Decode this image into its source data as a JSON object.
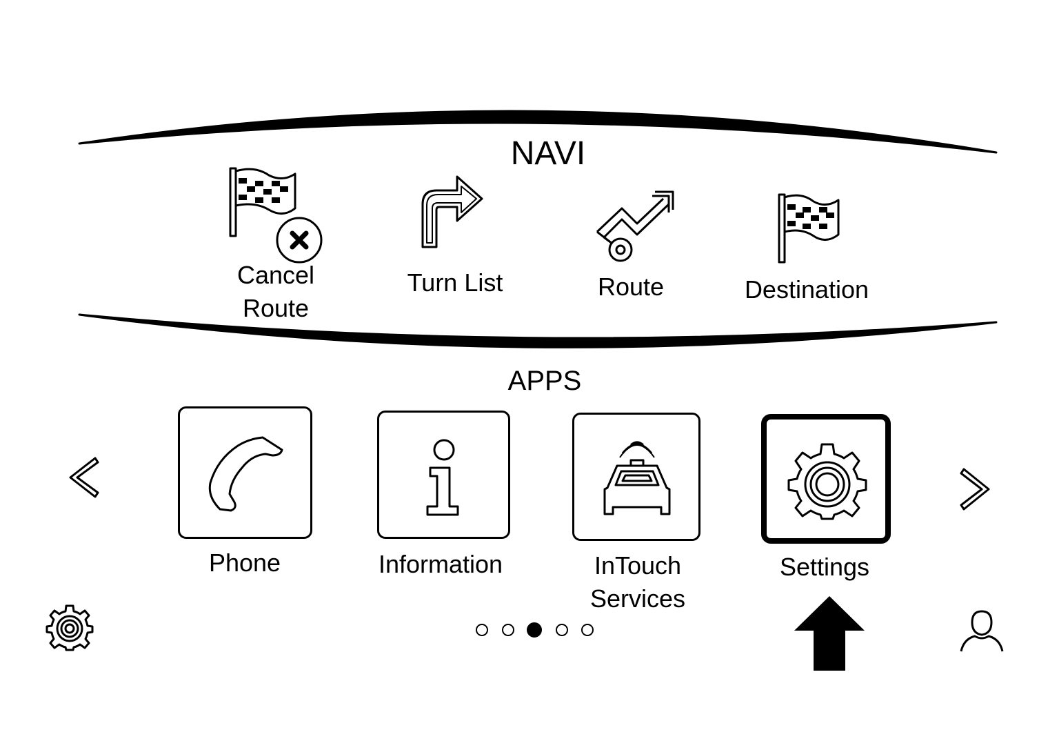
{
  "navi": {
    "title": "NAVI",
    "items": [
      {
        "label_line1": "Cancel",
        "label_line2": "Route",
        "icon": "cancel-route-flag-icon"
      },
      {
        "label_line1": "Turn List",
        "icon": "turn-arrow-icon"
      },
      {
        "label_line1": "Route",
        "icon": "route-path-icon"
      },
      {
        "label_line1": "Destination",
        "icon": "checkered-flag-icon"
      }
    ]
  },
  "apps": {
    "title": "APPS",
    "items": [
      {
        "label_line1": "Phone",
        "icon": "phone-handset-icon",
        "selected": false
      },
      {
        "label_line1": "Information",
        "icon": "info-icon",
        "selected": false
      },
      {
        "label_line1": "InTouch",
        "label_line2": "Services",
        "icon": "car-signal-icon",
        "selected": false
      },
      {
        "label_line1": "Settings",
        "icon": "gear-icon",
        "selected": true
      }
    ],
    "prev_icon": "chevron-left-icon",
    "next_icon": "chevron-right-icon"
  },
  "pagination": {
    "total": 5,
    "active": 3
  },
  "bottom_bar": {
    "left_icon": "settings-gear-icon",
    "right_icon": "user-profile-icon",
    "indicator_icon": "up-arrow-indicator-icon"
  }
}
